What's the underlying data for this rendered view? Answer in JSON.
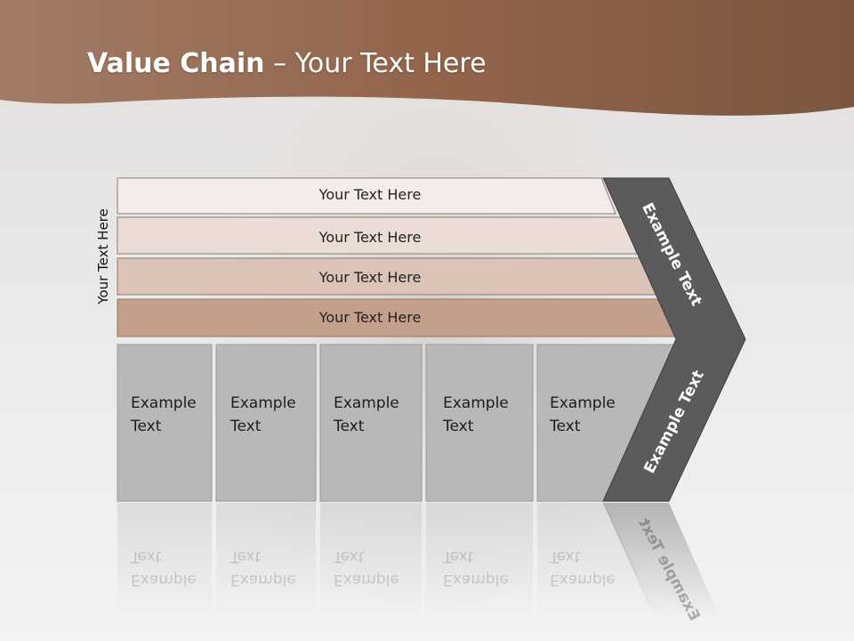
{
  "slide": {
    "title_bold": "Value Chain",
    "title_rest": " – Your Text Here",
    "side_label": "Your Text Here"
  },
  "bars": [
    {
      "label": "Your Text Here",
      "fill": "#f4eceb"
    },
    {
      "label": "Your Text Here",
      "fill": "#ebdcd5"
    },
    {
      "label": "Your Text Here",
      "fill": "#dcc3b8"
    },
    {
      "label": "Your Text Here",
      "fill": "#c4a08c"
    }
  ],
  "boxes": [
    {
      "label": "Example Text"
    },
    {
      "label": "Example Text"
    },
    {
      "label": "Example Text"
    },
    {
      "label": "Example Text"
    },
    {
      "label": "Example Text"
    }
  ],
  "chevron": {
    "top_label": "Example Text",
    "bottom_label": "Example Text",
    "fill": "#5b5b5b"
  },
  "colors": {
    "header": "#9b6a50",
    "box_fill": "#b8b8b8"
  }
}
